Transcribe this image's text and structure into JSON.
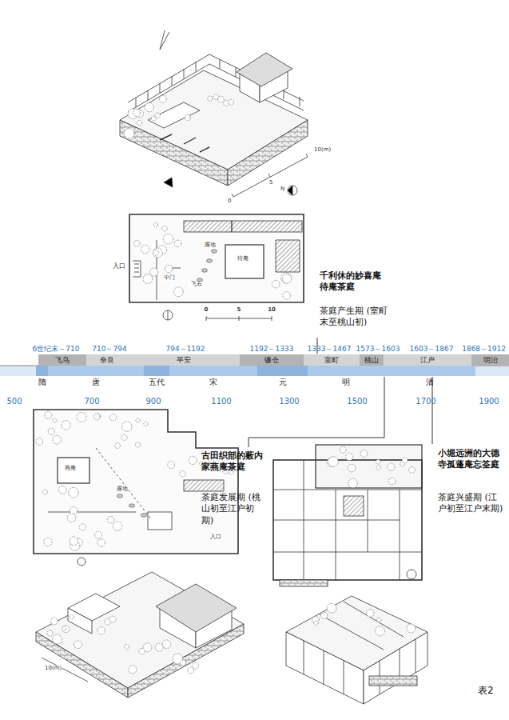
{
  "diagram": {
    "nodes": [
      {
        "text": [
          "飞鸟"
        ]
      },
      {
        "text": [
          "奈良"
        ]
      },
      {
        "text": [
          "平安"
        ]
      },
      {
        "text": [
          "镰仓"
        ]
      },
      {
        "text": [
          "室町"
        ]
      },
      {
        "text": [
          "桃山"
        ]
      },
      {
        "text": [
          "江户"
        ]
      },
      {
        "text": [
          "明治"
        ]
      },
      {
        "text": [
          "隋"
        ]
      },
      {
        "text": [
          "唐"
        ]
      },
      {
        "text": [
          "五代"
        ]
      },
      {
        "text": [
          "宋"
        ]
      },
      {
        "text": [
          "元"
        ]
      },
      {
        "text": [
          "明"
        ]
      },
      {
        "text": [
          "清"
        ]
      }
    ],
    "labels": [
      "6世纪末～710",
      "710～794",
      "794～1192",
      "1192～1333",
      "1333～1467",
      "1573～1603",
      "1603～1867",
      "1868～1912",
      "500",
      "700",
      "900",
      "1100",
      "1300",
      "1500",
      "1700",
      "1900",
      "千利休的妙喜庵待庵茶庭",
      "茶庭产生期 (室町末至桃山初)",
      "古田织部的薮内家燕庵茶庭",
      "茶庭发展期 (桃山初至江户初期)",
      "小堀远洲的大德寺孤蓬庵忘筌庭",
      "茶庭兴盛期 (江户初至江户末期)",
      "表2",
      "10(m)",
      "5",
      "0",
      "入口",
      "中门",
      "露地",
      "飞石",
      "待庵",
      "0",
      "5",
      "10",
      "燕庵",
      "露地",
      "入口",
      "10(m)",
      "N"
    ]
  }
}
